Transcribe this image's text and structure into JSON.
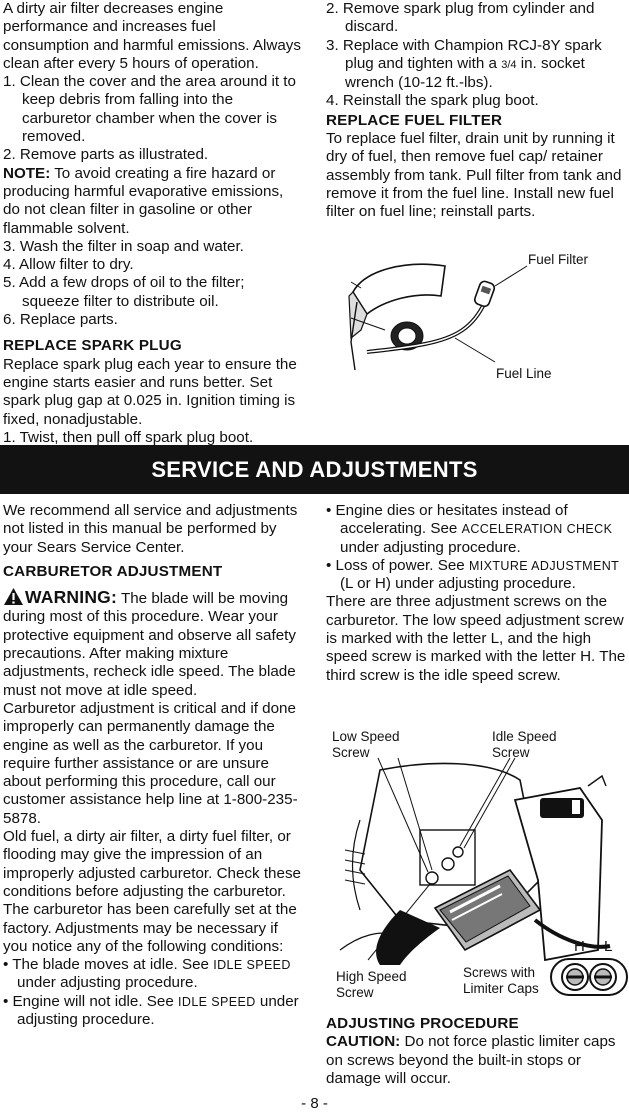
{
  "left_top": {
    "intro": "A dirty air filter decreases engine performance and increases fuel consumption and harmful emissions.  Always clean after every 5 hours of operation.",
    "steps_a": [
      "1. Clean the cover and the area around it to keep debris from falling into the carburetor chamber when the cover is removed.",
      "2. Remove parts as illustrated."
    ],
    "note_label": "NOTE:",
    "note_text": " To avoid creating a fire hazard or producing harmful evaporative emissions, do not clean filter in gasoline or other flammable solvent.",
    "steps_b": [
      "3. Wash the filter in soap and water.",
      "4. Allow filter to dry.",
      "5. Add a few drops of oil to the filter; squeeze filter to distribute oil.",
      "6. Replace parts."
    ],
    "spark_heading": "REPLACE SPARK PLUG",
    "spark_text": "Replace spark plug each year to ensure the engine starts easier and runs better. Set spark plug gap at 0.025 in. Ignition timing is fixed, nonadjustable.",
    "spark_step1": "1. Twist, then pull off spark plug boot."
  },
  "right_top": {
    "step2": "2. Remove spark plug from cylinder and discard.",
    "step3_pre": "3. Replace with Champion RCJ-8Y spark plug and tighten with a ",
    "step3_frac": "3/4",
    "step3_post": " in. socket wrench (10-12 ft.-lbs).",
    "step4": "4. Reinstall the spark plug boot.",
    "fuel_heading": "REPLACE FUEL FILTER",
    "fuel_text": "To replace fuel filter, drain unit by running it dry of fuel, then remove fuel cap/ retainer assembly from tank. Pull filter from tank and remove it from the fuel line. Install new fuel filter on fuel line; reinstall parts.",
    "fig_fuel_filter": "Fuel Filter",
    "fig_fuel_line": "Fuel Line"
  },
  "banner": {
    "title": "SERVICE AND ADJUSTMENTS"
  },
  "left_bottom": {
    "intro": "We recommend all service and adjustments not listed in this manual be performed by your Sears Service Center.",
    "carb_heading": "CARBURETOR ADJUSTMENT",
    "warning_label": "WARNING:",
    "warning_text": " The blade will be moving during most of this procedure. Wear your protective equipment and observe all safety precautions.  After making mixture adjustments, recheck idle speed.  The blade must not move at idle speed.",
    "para1": "Carburetor adjustment is critical and if done improperly can permanently damage the engine as well as the carburetor. If you require further assistance or are unsure about performing this procedure, call our customer assistance help line at 1-800-235-5878.",
    "para2": "Old fuel, a dirty air filter, a dirty fuel filter, or flooding may give the impression of an improperly adjusted carburetor. Check these conditions before adjusting the carburetor.",
    "para3": "The carburetor has been carefully set at the factory. Adjustments may be necessary if you notice any of the following conditions:",
    "bullet1_pre": "• The blade moves at idle.  See ",
    "bullet1_sc": "IDLE SPEED",
    "bullet1_post": " under adjusting procedure.",
    "bullet2_pre": "• Engine will not idle. See ",
    "bullet2_sc": "IDLE SPEED",
    "bullet2_post": " under adjusting procedure."
  },
  "right_bottom": {
    "bullet3_pre": "• Engine dies or hesitates instead of accelerating. See ",
    "bullet3_sc": "ACCELERATION CHECK",
    "bullet3_post": " under adjusting procedure.",
    "bullet4_pre": "• Loss of power. See ",
    "bullet4_sc": "MIXTURE ADJUSTMENT",
    "bullet4_post": "  (L or H) under adjusting procedure.",
    "screws_text": "There are three adjustment screws on the carburetor.  The low speed adjustment screw is marked with the letter L, and the high speed screw is marked with the letter H.  The third screw is the idle speed screw.",
    "fig_low_speed": "Low Speed Screw",
    "fig_idle_speed": "Idle Speed Screw",
    "fig_high_speed": "High Speed Screw",
    "fig_limiter": "Screws with Limiter Caps",
    "fig_h": "H",
    "fig_l": "L",
    "adj_heading": "ADJUSTING PROCEDURE",
    "caution_label": "CAUTION:",
    "caution_text": "  Do not force plastic limiter caps on screws beyond the built-in stops or damage will occur."
  },
  "page_number": "- 8 -"
}
